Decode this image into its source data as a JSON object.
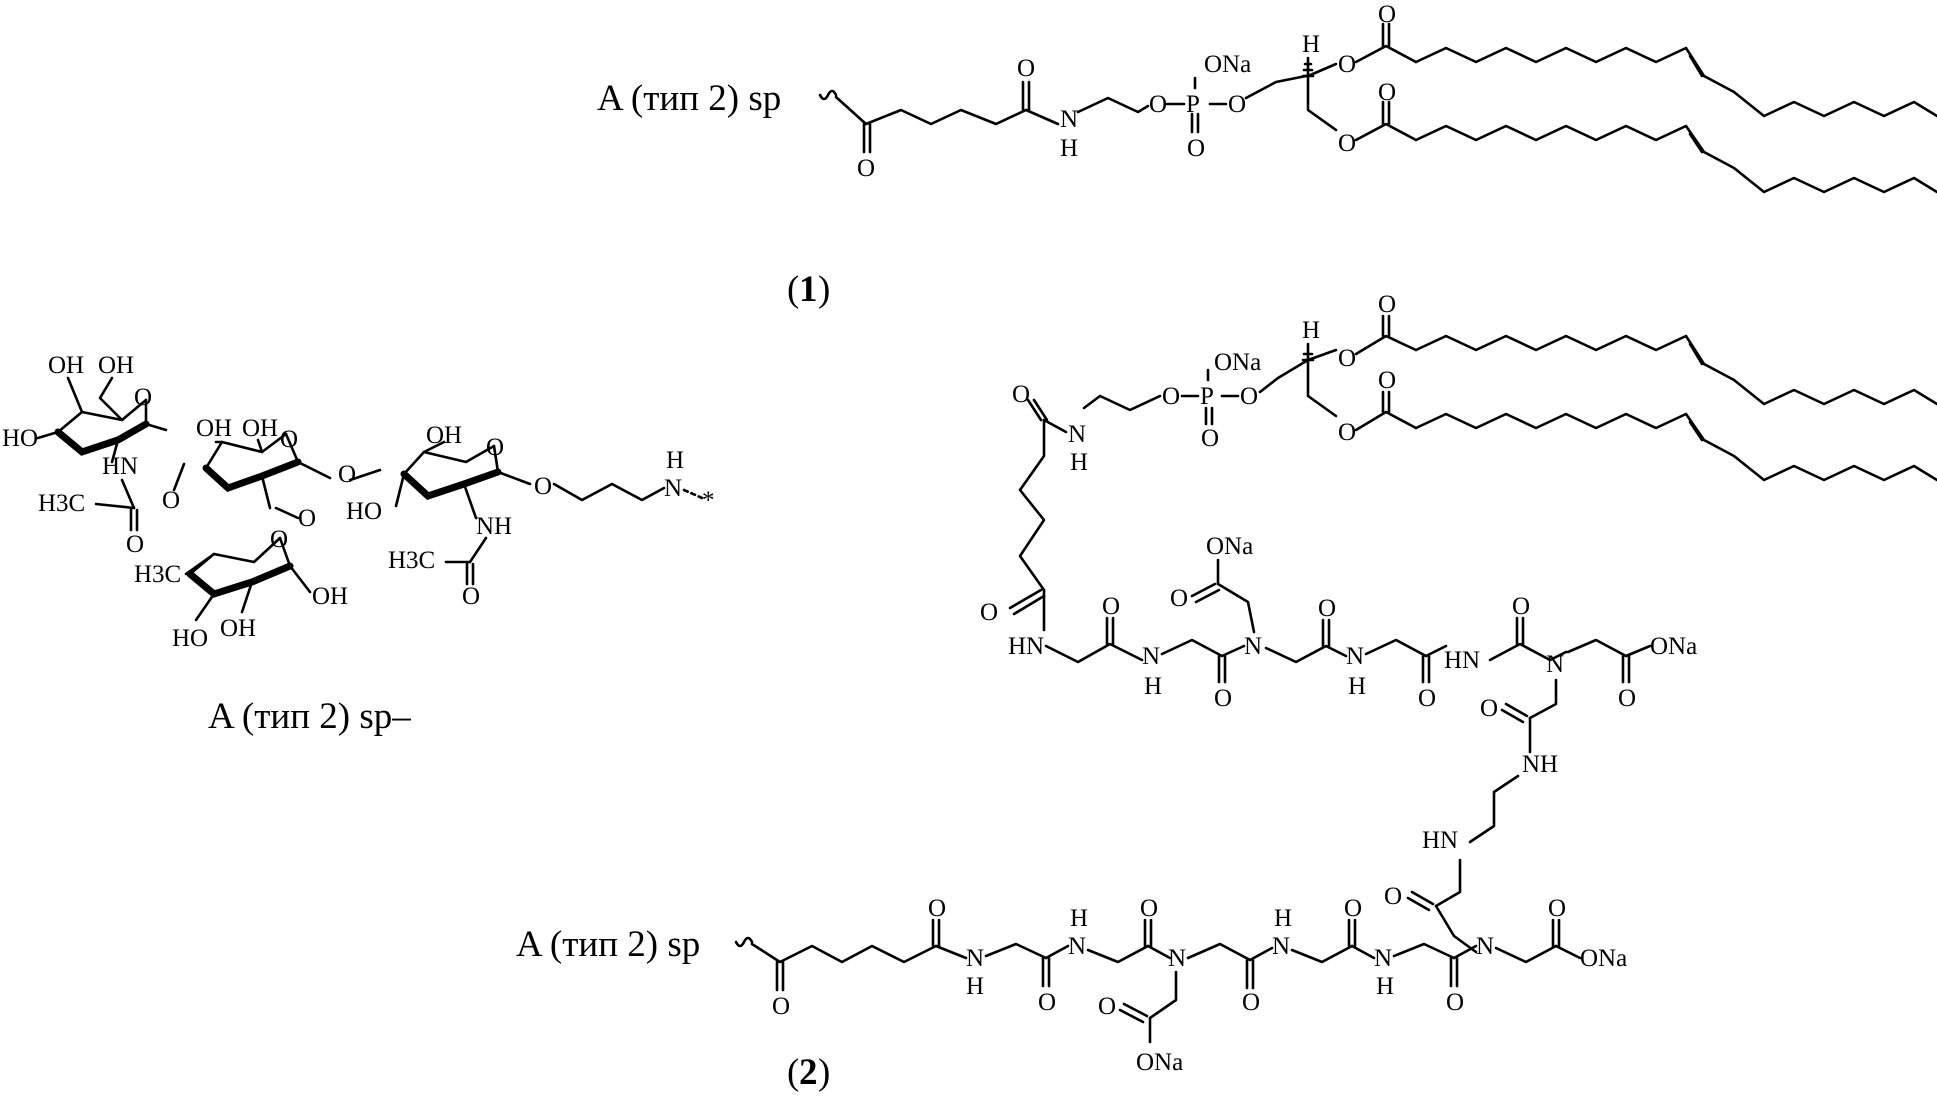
{
  "compound1": {
    "prefix": "A (тип 2) sp",
    "label_open": "(",
    "label_num": "1",
    "label_close": ")",
    "atoms": {
      "ketone_o": "O",
      "amide_o": "O",
      "nh_n": "N",
      "nh_h": "H",
      "o1": "O",
      "p": "P",
      "ona": "ONa",
      "po_o": "O",
      "o2": "O",
      "stereo_h": "H",
      "ester1_o": "O",
      "ester1_co": "O",
      "ester2_o": "O",
      "ester2_co": "O"
    }
  },
  "compound2": {
    "prefix": "A (тип 2) sp",
    "label_open": "(",
    "label_num": "2",
    "label_close": ")",
    "atoms": {
      "o": "O",
      "h": "H",
      "n": "N",
      "nh": "NH",
      "hn": "HN",
      "ona": "ONa",
      "p": "P",
      "stereo_h": "H"
    }
  },
  "glycan": {
    "caption": "A (тип 2) sp–",
    "atoms": {
      "oh": "OH",
      "ho": "HO",
      "o": "O",
      "nh": "NH",
      "hn": "HN",
      "h3c": "H3C",
      "n": "N",
      "h": "H",
      "star": "*"
    }
  }
}
